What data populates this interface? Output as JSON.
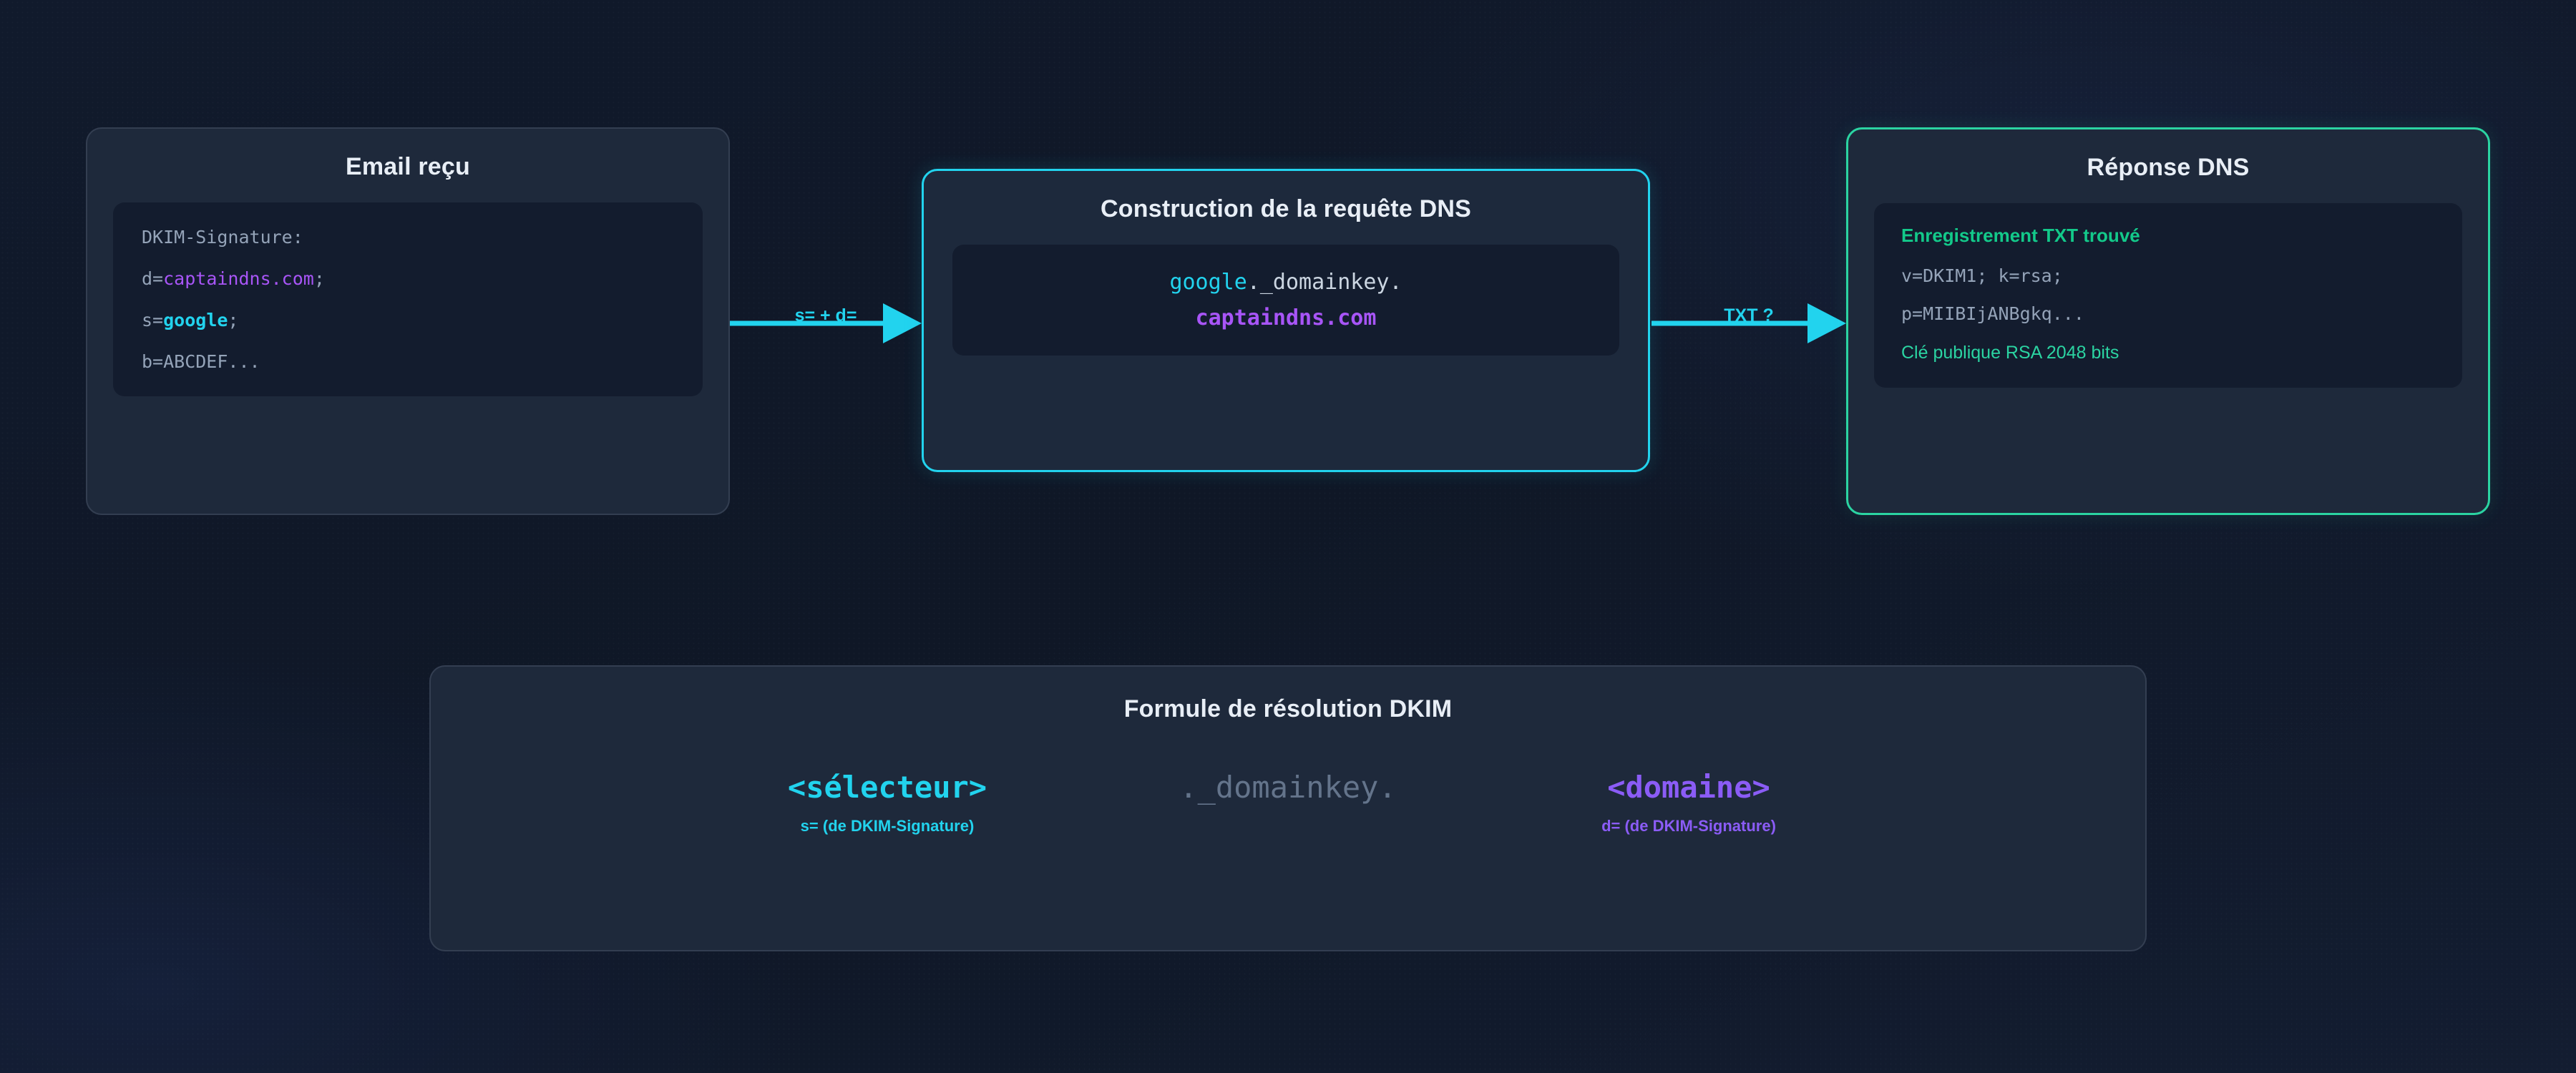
{
  "theme": {
    "background": "#111a2c",
    "card_bg": "#1e293b",
    "code_bg": "#131c2e",
    "accent_cyan": "#22d3ee",
    "accent_green": "#2bd4a2",
    "accent_purple": "#a855f7",
    "muted": "#64748b",
    "title_color": "#e8eef6"
  },
  "email_card": {
    "title": "Email reçu",
    "code": {
      "line1": "DKIM-Signature:",
      "line2_key": "d=",
      "line2_value": "captaindns.com",
      "line2_end": ";",
      "line3_key": "s=",
      "line3_value": "google",
      "line3_end": ";",
      "line4": "b=ABCDEF..."
    }
  },
  "arrow1": {
    "label": "s= + d=",
    "icon": "arrow-right-icon"
  },
  "query_card": {
    "title": "Construction de la requête DNS",
    "query_selector": "google",
    "query_middle": "._domainkey.",
    "query_domain": "captaindns.com"
  },
  "arrow2": {
    "label": "TXT ?",
    "icon": "arrow-right-icon"
  },
  "dns_card": {
    "title": "Réponse DNS",
    "found_label": "Enregistrement TXT trouvé",
    "record_line1": "v=DKIM1; k=rsa;",
    "record_line2": "p=MIIBIjANBgkq...",
    "key_note": "Clé publique RSA 2048 bits"
  },
  "formula_card": {
    "title": "Formule de résolution DKIM",
    "segments": [
      {
        "main": "<sélecteur>",
        "sub": "s= (de DKIM-Signature)"
      },
      {
        "main": "._domainkey.",
        "sub": ""
      },
      {
        "main": "<domaine>",
        "sub": "d= (de DKIM-Signature)"
      }
    ]
  }
}
